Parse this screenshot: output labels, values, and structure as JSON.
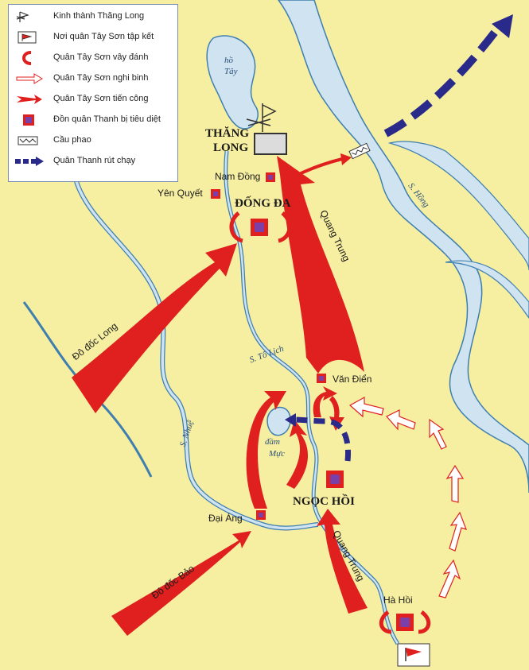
{
  "legend": {
    "items": [
      {
        "icon": "citadel-icon",
        "label": "Kinh thành Thăng Long"
      },
      {
        "icon": "flag-icon",
        "label": "Nơi quân Tây Sơn tập kết"
      },
      {
        "icon": "encircle-icon",
        "label": "Quân Tây Sơn vây đánh"
      },
      {
        "icon": "hollow-arrow-icon",
        "label": "Quân Tây Sơn nghi binh"
      },
      {
        "icon": "red-arrow-icon",
        "label": "Quân Tây Sơn tiến công"
      },
      {
        "icon": "fort-icon",
        "label": "Đồn quân Thanh bị tiêu diệt"
      },
      {
        "icon": "bridge-icon",
        "label": "Cầu phao"
      },
      {
        "icon": "dashed-arrow-icon",
        "label": "Quân Thanh rút chạy"
      }
    ]
  },
  "places": {
    "thang_long_1": "THĂNG",
    "thang_long_2": "LONG",
    "ho_tay_1": "hồ",
    "ho_tay_2": "Tây",
    "nam_dong": "Nam Đồng",
    "yen_quyet": "Yên Quyết",
    "dong_da": "ĐỐNG ĐA",
    "van_dien": "Văn Điển",
    "dam_muc_1": "đầm",
    "dam_muc_2": "Mực",
    "ngoc_hoi": "NGỌC HỒI",
    "dai_ang": "Đại Áng",
    "ha_hoi": "Hà Hồi"
  },
  "rivers": {
    "song_hong": "S. Hồng",
    "to_lich": "S. Tô Lịch",
    "nhue": "S. Nhuệ"
  },
  "routes": {
    "quang_trung_north": "Quang Trung",
    "quang_trung_south": "Quang Trung",
    "do_doc_long": "Đô đốc Long",
    "do_doc_bao": "Đô đốc Bảo"
  },
  "colors": {
    "land": "#f6eea0",
    "river": "#cfe3f0",
    "river_edge": "#3f7fb0",
    "attack": "#e0201e",
    "retreat": "#2a2a8a",
    "fort": "#7b3fa8"
  }
}
